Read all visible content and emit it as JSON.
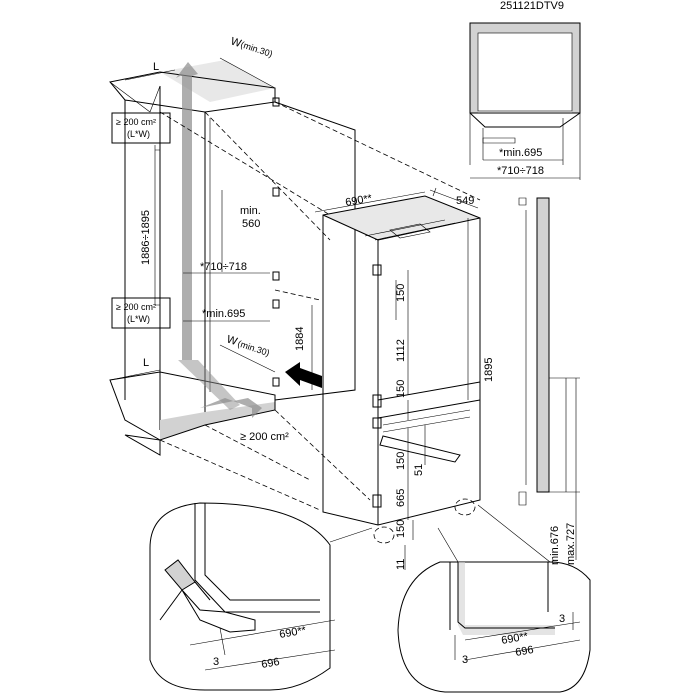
{
  "model_code": "251121DTV9",
  "dims": {
    "L_top": "L",
    "L_bottom": "L",
    "W_top": "W",
    "W_bottom": "W",
    "min30_top": "(min.30)",
    "min30_bottom": "(min.30)",
    "vent_top_1": "≥ 200 cm²",
    "vent_top_2": "(L*W)",
    "vent_mid_1": "≥ 200 cm²",
    "vent_mid_2": "(L*W)",
    "vent_bottom": "≥ 200 cm²",
    "niche_height": "1886÷1895",
    "min560_1": "min.",
    "min560_2": "560",
    "niche_710": "*710÷718",
    "niche_695": "*min.695",
    "h1884": "1884",
    "w690": "690**",
    "d549": "549",
    "h150_top": "150",
    "h1112": "1112",
    "h1895": "1895",
    "h150_mid": "150",
    "h150_low": "150",
    "h51": "51",
    "h665": "665",
    "h150_bottom": "150",
    "h11": "11",
    "tr_min695": "*min.695",
    "tr_710": "*710÷718",
    "min676": "min.676",
    "max727": "max.727",
    "bl_690": "690**",
    "bl_3": "3",
    "bl_696": "696",
    "br_690": "690**",
    "br_3a": "3",
    "br_3b": "3",
    "br_696": "696"
  }
}
